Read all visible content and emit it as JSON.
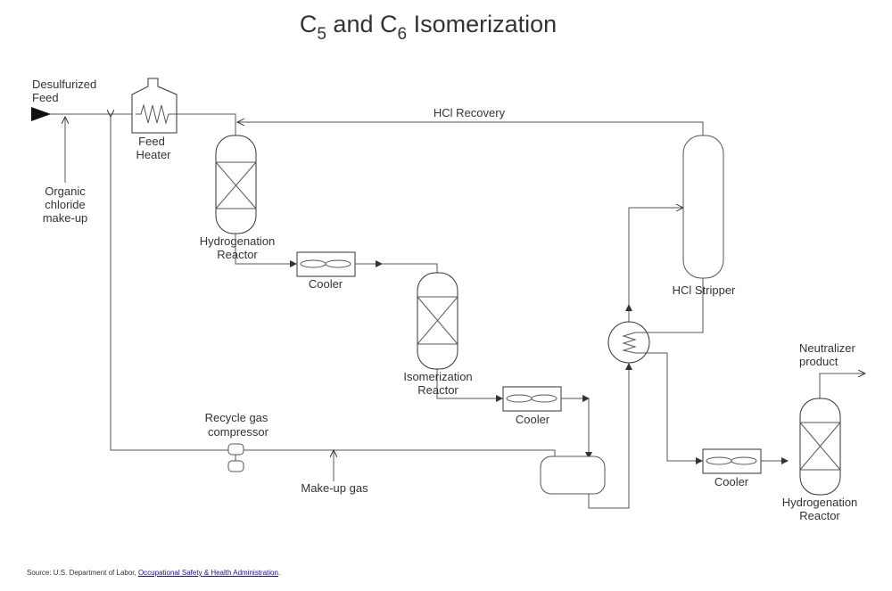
{
  "title": {
    "prefix": "C",
    "sub1": "5",
    "middle": " and C",
    "sub2": "6",
    "suffix": " Isomerization"
  },
  "labels": {
    "feed_line1": "Desulfurized",
    "feed_line2": "Feed",
    "organic_line1": "Organic",
    "organic_line2": "chloride",
    "organic_line3": "make-up",
    "feed_heater_line1": "Feed",
    "feed_heater_line2": "Heater",
    "hydro_reactor_1_line1": "Hydrogenation",
    "hydro_reactor_1_line2": "Reactor",
    "cooler_1": "Cooler",
    "isomerization_line1": "Isomerization",
    "isomerization_line2": "Reactor",
    "cooler_2": "Cooler",
    "recycle_line1": "Recycle gas",
    "recycle_line2": "compressor",
    "makeup_gas": "Make-up gas",
    "hcl_recovery": "HCl Recovery",
    "hcl_stripper": "HCl Stripper",
    "neutralizer_line1": "Neutralizer",
    "neutralizer_line2": "product",
    "cooler_3": "Cooler",
    "hydro_reactor_2_line1": "Hydrogenation",
    "hydro_reactor_2_line2": "Reactor"
  },
  "source": {
    "prefix": "Source:  U.S. Department of Labor, ",
    "link": "Occupational Safety & Health Administration",
    "suffix": "."
  }
}
